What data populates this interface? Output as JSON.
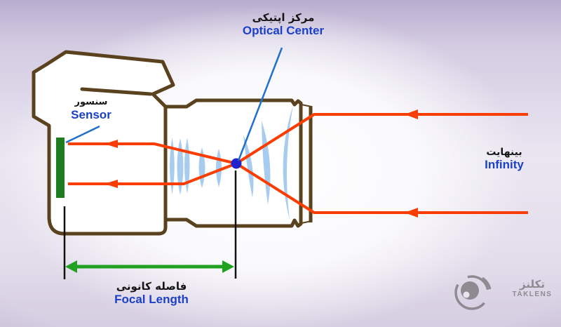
{
  "diagram": {
    "title_semantic": "camera focal length and optical center diagram",
    "labels": {
      "optical_center": {
        "fa": "مرکز اپتیکی",
        "en": "Optical Center"
      },
      "sensor": {
        "fa": "سنسور",
        "en": "Sensor"
      },
      "infinity": {
        "fa": "بینهایت",
        "en": "Infinity"
      },
      "focal_length": {
        "fa": "فاصله کانونی",
        "en": "Focal Length"
      }
    },
    "logo": {
      "fa": "تكلنز",
      "en": "TAKLENS"
    },
    "colors": {
      "camera_outline": "#5b421f",
      "camera_fill": "#ffffff",
      "lens_glass": "#a7ccf0",
      "light_ray": "#fb3d01",
      "sensor_bar": "#1e7e1f",
      "focal_arrow": "#21a121",
      "optical_center_dot": "#2222cc",
      "pointer_line": "#2070cc",
      "measurement_line": "#111111",
      "label_blue": "#1b40c9",
      "label_black": "#151515",
      "logo_gray": "#8f8a92",
      "background_purple": "#c9bedb"
    }
  }
}
